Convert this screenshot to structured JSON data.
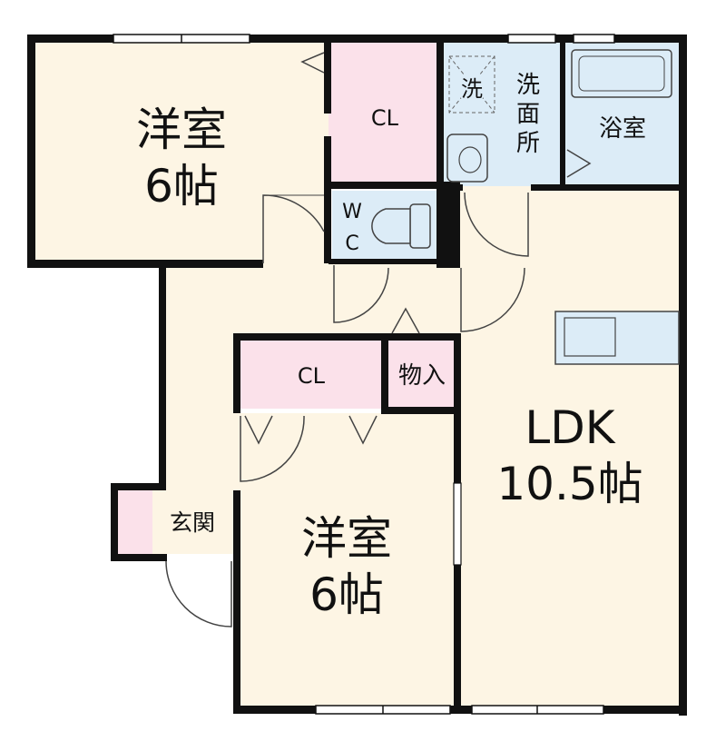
{
  "colors": {
    "room": "#fdf5e4",
    "closet": "#fbe1ea",
    "wet": "#dcecf7",
    "wall": "#111111",
    "line": "#444444"
  },
  "rooms": {
    "western_top": {
      "name": "洋室",
      "size": "6帖"
    },
    "western_bottom": {
      "name": "洋室",
      "size": "6帖"
    },
    "ldk": {
      "name": "LDK",
      "size": "10.5帖"
    },
    "closet_top": {
      "label": "CL"
    },
    "closet_middle": {
      "label": "CL"
    },
    "storage": {
      "label": "物入"
    },
    "toilet": {
      "label_w": "W",
      "label_c": "C"
    },
    "washroom": {
      "label_1": "洗",
      "label_2": "面",
      "label_3": "所"
    },
    "washer": {
      "label": "洗"
    },
    "bath": {
      "label": "浴室"
    },
    "entrance": {
      "label": "玄関"
    }
  }
}
